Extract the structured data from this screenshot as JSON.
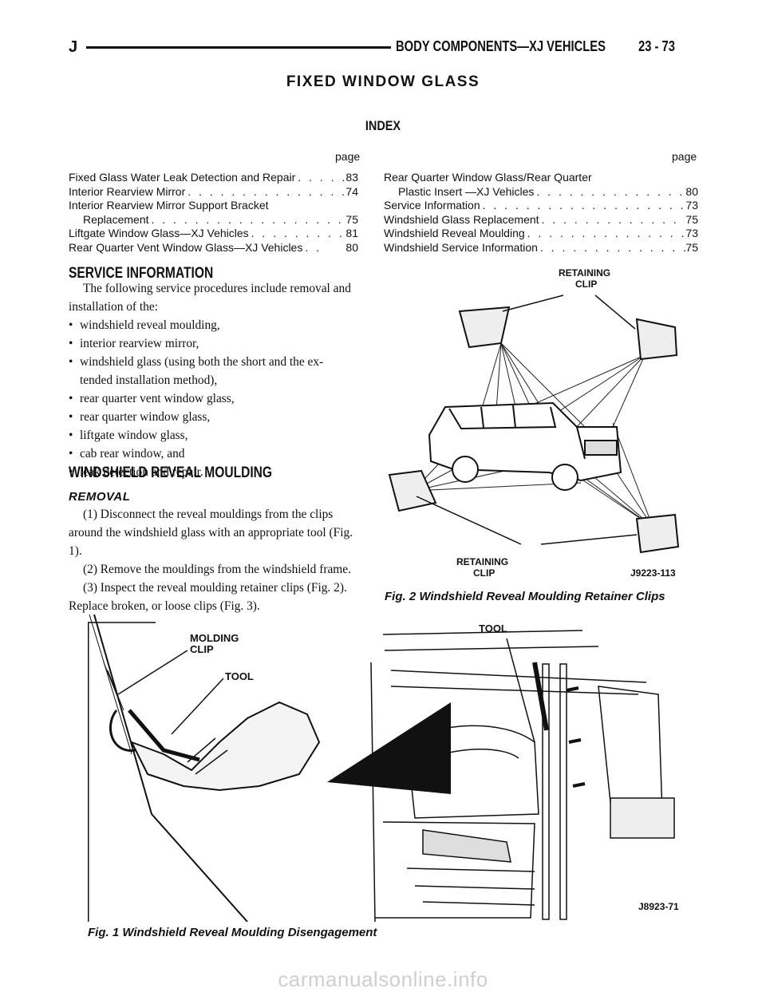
{
  "header": {
    "left_letter": "J",
    "section": "BODY COMPONENTS—XJ VEHICLES",
    "page_number": "23 - 73"
  },
  "title": "FIXED WINDOW GLASS",
  "index": {
    "heading": "INDEX",
    "page_label": "page",
    "left_entries": [
      {
        "title": "Fixed Glass Water Leak Detection and Repair",
        "page": "83"
      },
      {
        "title": "Interior Rearview Mirror",
        "page": "74"
      },
      {
        "title": "Interior Rearview Mirror Support Bracket",
        "title2": "Replacement",
        "page": "75"
      },
      {
        "title": "Liftgate Window Glass—XJ Vehicles",
        "page": "81"
      },
      {
        "title": "Rear Quarter Vent Window Glass—XJ Vehicles",
        "page": "80"
      }
    ],
    "right_entries": [
      {
        "title": "Rear Quarter Window Glass/Rear Quarter",
        "title2": "Plastic Insert —XJ Vehicles",
        "page": "80"
      },
      {
        "title": "Service Information",
        "page": "73"
      },
      {
        "title": "Windshield Glass Replacement",
        "page": "75"
      },
      {
        "title": "Windshield Reveal Moulding",
        "page": "73"
      },
      {
        "title": "Windshield Service Information",
        "page": "75"
      }
    ]
  },
  "service_info": {
    "heading": "SERVICE INFORMATION",
    "intro": "The following service procedures include removal and installation of the:",
    "bullets": [
      "windshield reveal moulding,",
      "interior rearview mirror,",
      "windshield glass (using both the short and the ex- tended installation method),",
      "rear quarter vent window glass,",
      "rear quarter window glass,",
      "liftgate window glass,",
      "cab rear window, and",
      "leak detection and repair."
    ]
  },
  "reveal_moulding": {
    "heading": "WINDSHIELD REVEAL MOULDING",
    "subheading": "REMOVAL",
    "steps": [
      "(1) Disconnect the reveal mouldings from the clips around the windshield glass with an appropriate tool (Fig. 1).",
      "(2) Remove the mouldings from the windshield frame.",
      "(3) Inspect the reveal moulding retainer clips (Fig. 2). Replace broken, or loose clips (Fig. 3)."
    ]
  },
  "fig2": {
    "label_top_1": "RETAINING",
    "label_top_2": "CLIP",
    "label_bottom_1": "RETAINING",
    "label_bottom_2": "CLIP",
    "code": "J9223-113",
    "caption": "Fig. 2 Windshield Reveal Moulding Retainer Clips"
  },
  "fig1": {
    "label_molding_1": "MOLDING",
    "label_molding_2": "CLIP",
    "label_tool_left": "TOOL",
    "label_tool_right": "TOOL",
    "code": "J8923-71",
    "caption": "Fig. 1 Windshield Reveal Moulding Disengagement"
  },
  "watermark": "carmanualsonline.info"
}
